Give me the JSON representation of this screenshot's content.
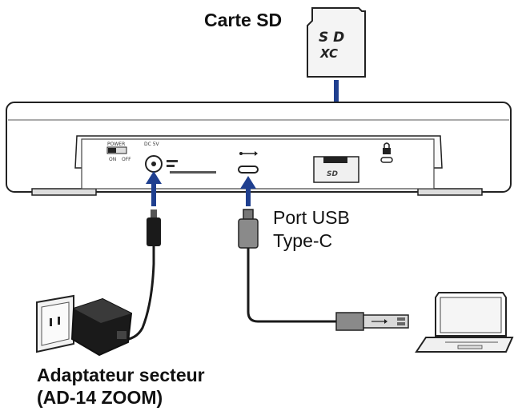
{
  "labels": {
    "sd_card": "Carte SD",
    "usb_port_line1": "Port USB",
    "usb_port_line2": "Type-C",
    "adapter_line1": "Adaptateur secteur",
    "adapter_line2": "(AD-14 ZOOM)"
  },
  "device": {
    "power_label": "POWER",
    "dc_label": "DC 5V",
    "on": "ON",
    "off": "OFF"
  },
  "colors": {
    "arrow": "#1f3f8f",
    "outline": "#222222",
    "cable": "#1a1a1a",
    "plug": "#8a8a8a"
  },
  "icons": {
    "sd_logo": "SD XC",
    "usb": "usb-icon",
    "lock": "lock-icon"
  }
}
